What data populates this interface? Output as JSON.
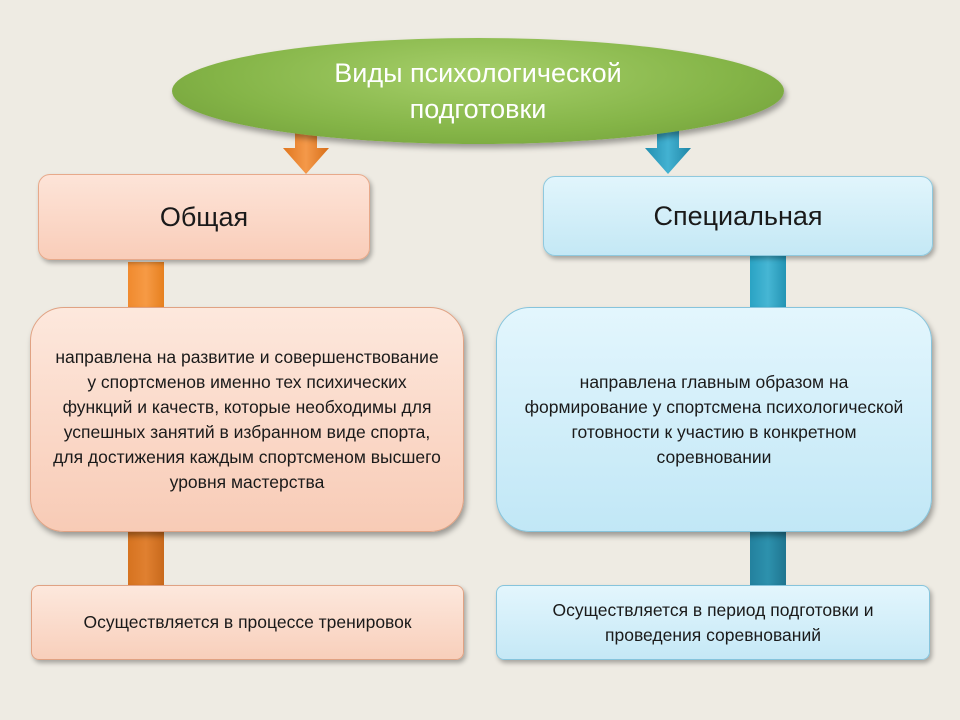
{
  "title": "Виды психологической подготовки",
  "general": {
    "label": "Общая",
    "description": "направлена на развитие и совершенствование у спортсменов именно тех психических функций и качеств, которые необходимы для успешных занятий в избранном виде спорта, для достижения каждым спортсменом высшего уровня мастерства",
    "process": "Осуществляется в процессе тренировок"
  },
  "special": {
    "label": "Специальная",
    "description": "направлена главным образом на формирование у спортсмена психологической готовности к участию в конкретном соревновании",
    "process": "Осуществляется в период подготовки и проведения соревнований"
  },
  "colors": {
    "title_fill": "#84b447",
    "general_accent": "#f08a2e",
    "special_accent": "#2aa3c4"
  }
}
